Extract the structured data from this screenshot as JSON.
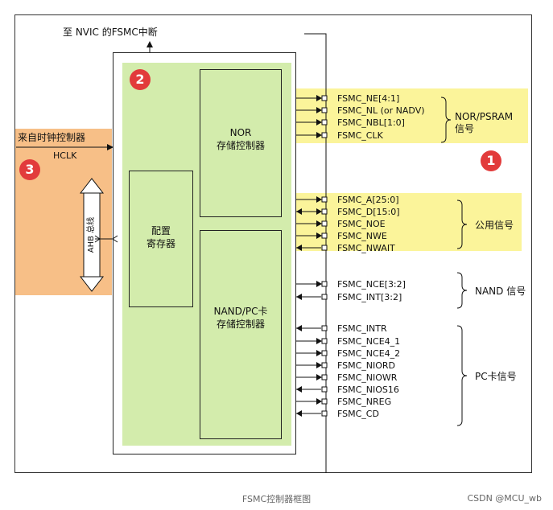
{
  "top_note": "至 NVIC 的FSMC中断",
  "clock": {
    "title": "来自时钟控制器",
    "hclk": "HCLK",
    "ahb": "AHB 总线"
  },
  "badges": [
    "1",
    "2",
    "3"
  ],
  "blocks": {
    "nor": [
      "NOR",
      "存储控制器"
    ],
    "config": [
      "配置",
      "寄存器"
    ],
    "nand": [
      "NAND/PC卡",
      "存储控制器"
    ]
  },
  "groups": {
    "nor_psram": {
      "label": [
        "NOR/PSRAM",
        "信号"
      ],
      "signals": [
        "FSMC_NE[4:1]",
        "FSMC_NL (or NADV)",
        "FSMC_NBL[1:0]",
        "FSMC_CLK"
      ]
    },
    "common": {
      "label": "公用信号",
      "signals": [
        "FSMC_A[25:0]",
        "FSMC_D[15:0]",
        "FSMC_NOE",
        "FSMC_NWE",
        "FSMC_NWAIT"
      ]
    },
    "nand": {
      "label": "NAND 信号",
      "signals": [
        "FSMC_NCE[3:2]",
        "FSMC_INT[3:2]"
      ]
    },
    "pccard": {
      "label": "PC卡信号",
      "signals": [
        "FSMC_INTR",
        "FSMC_NCE4_1",
        "FSMC_NCE4_2",
        "FSMC_NIORD",
        "FSMC_NIOWR",
        "FSMC_NIOS16",
        "FSMC_NREG",
        "FSMC_CD"
      ]
    }
  },
  "caption": "FSMC控制器框图",
  "watermark": "CSDN @MCU_wb",
  "colors": {
    "green": "#d3ecac",
    "yellow": "#fbf49a",
    "orange": "#f7bf87",
    "badge": "#e23b3b"
  }
}
